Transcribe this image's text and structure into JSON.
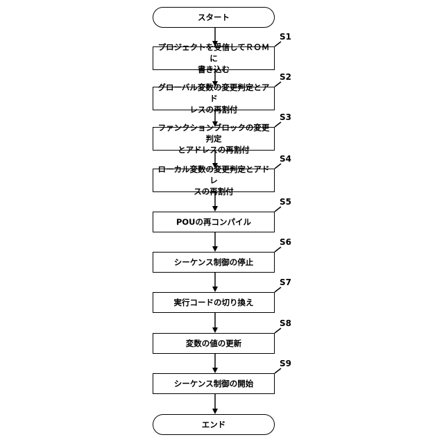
{
  "flowchart": {
    "start": "スタート",
    "end": "エンド",
    "steps": [
      {
        "label": "S1",
        "text": "プロジェクトを受信してＲＯＭに\n書き込む"
      },
      {
        "label": "S2",
        "text": "グローバル変数の変更判定とアド\nレスの再割付"
      },
      {
        "label": "S3",
        "text": "ファンクションブロックの変更判定\nとアドレスの再割付"
      },
      {
        "label": "S4",
        "text": "ローカル変数の変更判定とアドレ\nスの再割付"
      },
      {
        "label": "S5",
        "text": "POUの再コンパイル"
      },
      {
        "label": "S6",
        "text": "シーケンス制御の停止"
      },
      {
        "label": "S7",
        "text": "実行コードの切り換え"
      },
      {
        "label": "S8",
        "text": "変数の値の更新"
      },
      {
        "label": "S9",
        "text": "シーケンス制御の開始"
      }
    ]
  }
}
